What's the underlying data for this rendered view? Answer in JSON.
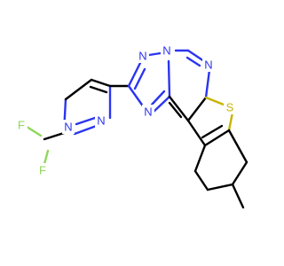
{
  "molecule": {
    "atom_labels": [
      {
        "id": "F1",
        "text": "F",
        "color": "#8fd65a"
      },
      {
        "id": "F2",
        "text": "F",
        "color": "#8fd65a"
      },
      {
        "id": "N1",
        "text": "N",
        "color": "#2b35f0"
      },
      {
        "id": "N2",
        "text": "N",
        "color": "#2b35f0"
      },
      {
        "id": "N3",
        "text": "N",
        "color": "#2b35f0"
      },
      {
        "id": "N4",
        "text": "N",
        "color": "#2b35f0"
      },
      {
        "id": "N5",
        "text": "N",
        "color": "#2b35f0"
      },
      {
        "id": "N6",
        "text": "N",
        "color": "#2b35f0"
      },
      {
        "id": "S1",
        "text": "S",
        "color": "#c8b400"
      }
    ]
  }
}
